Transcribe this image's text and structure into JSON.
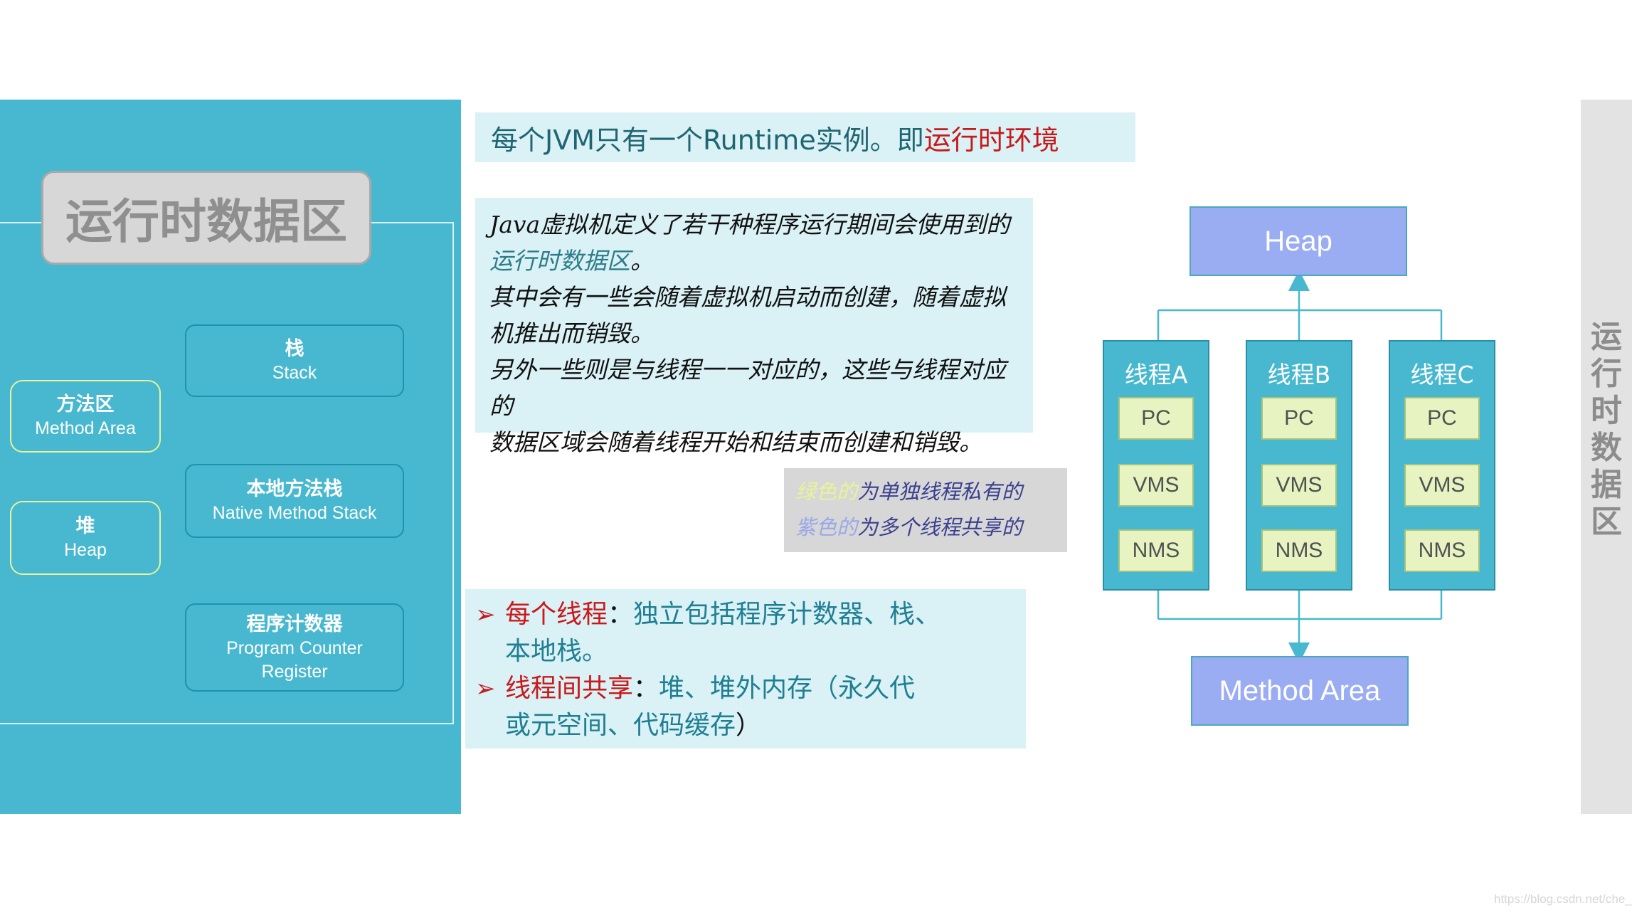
{
  "left": {
    "title": "运行时数据区",
    "stack": {
      "zh": "栈",
      "en": "Stack"
    },
    "method_area": {
      "zh": "方法区",
      "en": "Method Area"
    },
    "native_stack": {
      "zh": "本地方法栈",
      "en": "Native Method Stack"
    },
    "heap": {
      "zh": "堆",
      "en": "Heap"
    },
    "pc": {
      "zh": "程序计数器",
      "en1": "Program Counter",
      "en2": "Register"
    }
  },
  "banner": {
    "prefix": "每个JVM只有一个Runtime实例。即",
    "highlight": "运行时环境"
  },
  "description": {
    "line1": "Java虚拟机定义了若干种程序运行期间会使用到的",
    "line2_hl": "运行时数据区",
    "line2_tail": "。",
    "line3": "其中会有一些会随着虚拟机启动而创建，随着虚拟",
    "line4": "机推出而销毁。",
    "line5": "另外一些则是与线程一一对应的，这些与线程对应的",
    "line6": "数据区域会随着线程开始和结束而创建和销毁。"
  },
  "legend": {
    "green_word": "绿色的",
    "green_text": "为单独线程私有的",
    "purple_word": "紫色的",
    "purple_text": "为多个线程共享的"
  },
  "bullets": [
    {
      "key": "每个线程",
      "colon": "：",
      "text1": "独立包括程序计数器、栈、",
      "text2": "本地栈。",
      "close": ""
    },
    {
      "key": "线程间共享",
      "colon": "：",
      "text1": "堆、堆外内存（永久代",
      "text2": "或元空间、代码缓存",
      "close": "）"
    }
  ],
  "diagram": {
    "heap": "Heap",
    "method_area": "Method Area",
    "threads": [
      {
        "name": "线程A",
        "pc": "PC",
        "vms": "VMS",
        "nms": "NMS"
      },
      {
        "name": "线程B",
        "pc": "PC",
        "vms": "VMS",
        "nms": "NMS"
      },
      {
        "name": "线程C",
        "pc": "PC",
        "vms": "VMS",
        "nms": "NMS"
      }
    ]
  },
  "side_label": [
    "运",
    "行",
    "时",
    "数",
    "据",
    "区"
  ],
  "watermark": "https://blog.csdn.net/che_i",
  "colors": {
    "teal": "#47b8cf",
    "light_teal": "#daf1f6",
    "red": "#c8191b",
    "purple_box": "#9aacf2",
    "green_cell": "#e8f3c2"
  }
}
